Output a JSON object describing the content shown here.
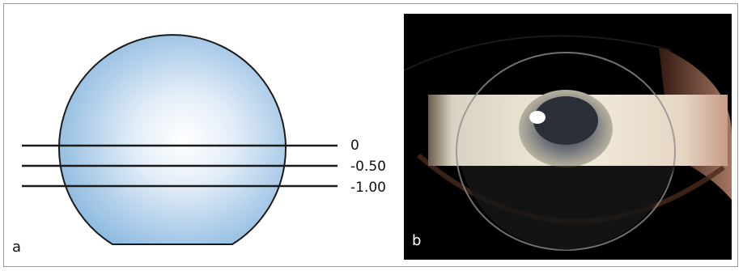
{
  "panel_a": {
    "label": "a",
    "powers": [
      "0",
      "-0.50",
      "-1.00"
    ]
  },
  "panel_b": {
    "label": "b"
  },
  "colors": {
    "lens_fill_center": "#ffffff",
    "lens_fill_edge": "#8ab7df",
    "lens_outline": "#1a1a1a",
    "photo_background": "#000000"
  }
}
